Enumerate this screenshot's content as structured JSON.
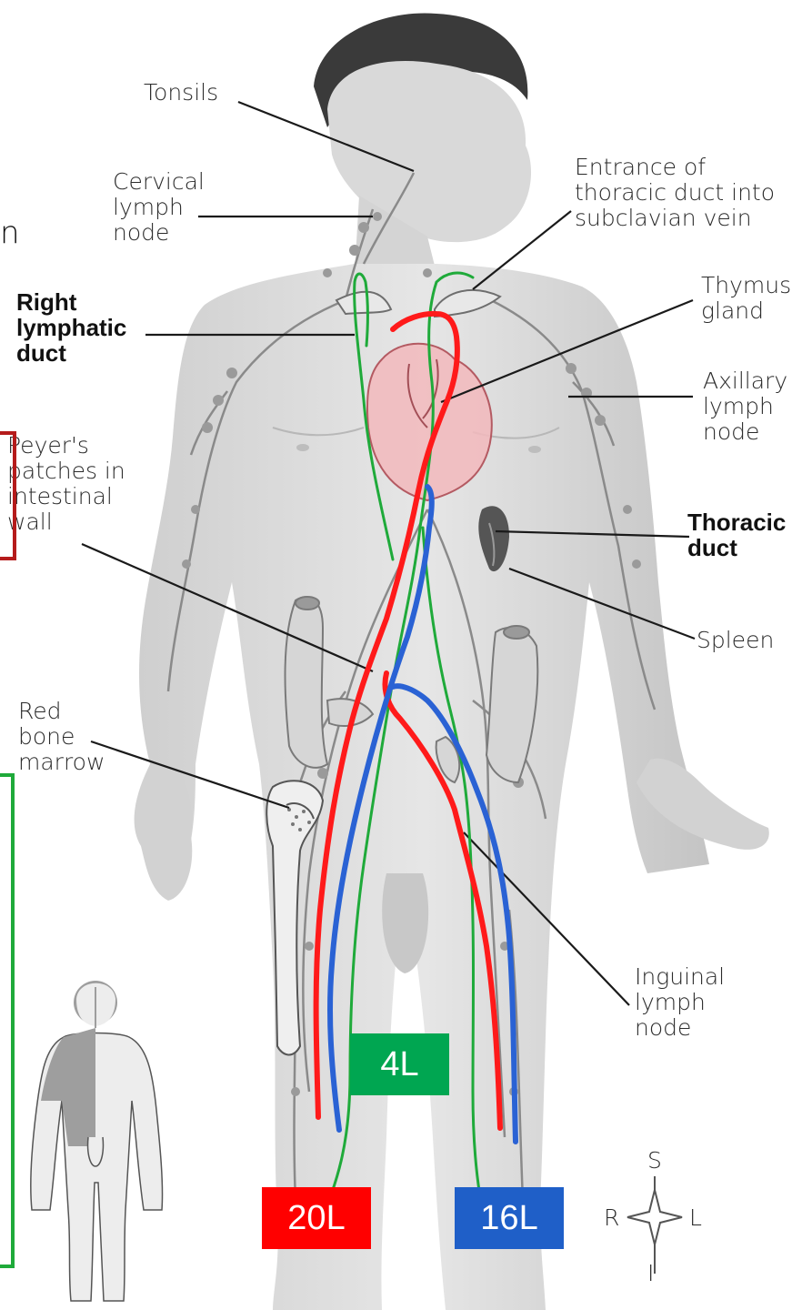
{
  "labels": {
    "tonsils": "Tonsils",
    "cervical": "Cervical\nlymph\nnode",
    "entrance": "Entrance of\nthoracic duct into\nsubclavian vein",
    "thymus": "Thymus\ngland",
    "right_lymphatic": "Right\nlymphatic\nduct",
    "axillary": "Axillary\nlymph\nnode",
    "peyers": "Peyer's\npatches in\nintestinal\nwall",
    "thoracic": "Thoracic\nduct",
    "spleen": "Spleen",
    "red_bone": "Red\nbone\nmarrow",
    "inguinal": "Inguinal\nlymph\nnode",
    "stray_letter": "n"
  },
  "compass": {
    "s": "S",
    "i": "I",
    "r": "R",
    "l": "L"
  },
  "tags": {
    "green": {
      "text": "4L",
      "color": "#00a651"
    },
    "red": {
      "text": "20L",
      "color": "#ff0000"
    },
    "blue": {
      "text": "16L",
      "color": "#1f5fc8"
    }
  },
  "line_colors": {
    "red": "#ff1a1a",
    "blue": "#2a62d4",
    "green": "#1faa3a"
  },
  "icons": [
    "heart-icon",
    "spleen-icon",
    "femur-bone-icon",
    "colon-icon",
    "compass-rose-icon",
    "body-silhouette-icon"
  ]
}
